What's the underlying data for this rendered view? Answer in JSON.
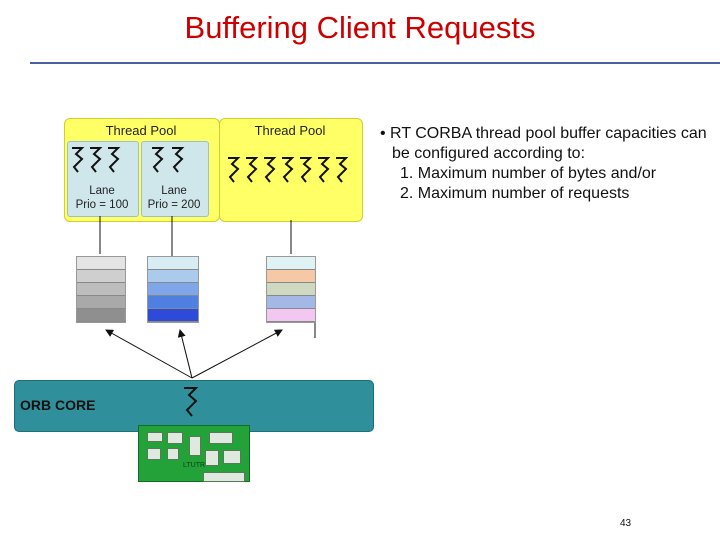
{
  "slide": {
    "title": "Buffering Client Requests",
    "page_number": "43"
  },
  "diagram": {
    "pools": [
      {
        "label": "Thread Pool",
        "threads": 0
      },
      {
        "label": "Thread Pool",
        "threads": 7
      }
    ],
    "lanes": [
      {
        "line1": "Lane",
        "line2": "Prio = 100",
        "threads": 3
      },
      {
        "line1": "Lane",
        "line2": "Prio = 200",
        "threads": 2
      }
    ],
    "queues": [
      {
        "colors": [
          "#e4e4e4",
          "#cfcfcf",
          "#bdbdbd",
          "#a9a9a9",
          "#8f8f8f"
        ]
      },
      {
        "colors": [
          "#d8ecf4",
          "#aacbec",
          "#7ea6e8",
          "#4f7fe0",
          "#2e4ad8"
        ]
      },
      {
        "colors": [
          "#dff3f5",
          "#f6c9a6",
          "#cfd9c2",
          "#a4b8e6",
          "#f2c8f2"
        ]
      }
    ],
    "orb_label": "ORB CORE",
    "board_label": "LTUTR"
  },
  "bullets": {
    "main": "• RT CORBA thread pool buffer capacities can be configured according to:",
    "items": [
      "1. Maximum number of bytes and/or",
      "2. Maximum number of requests"
    ]
  }
}
